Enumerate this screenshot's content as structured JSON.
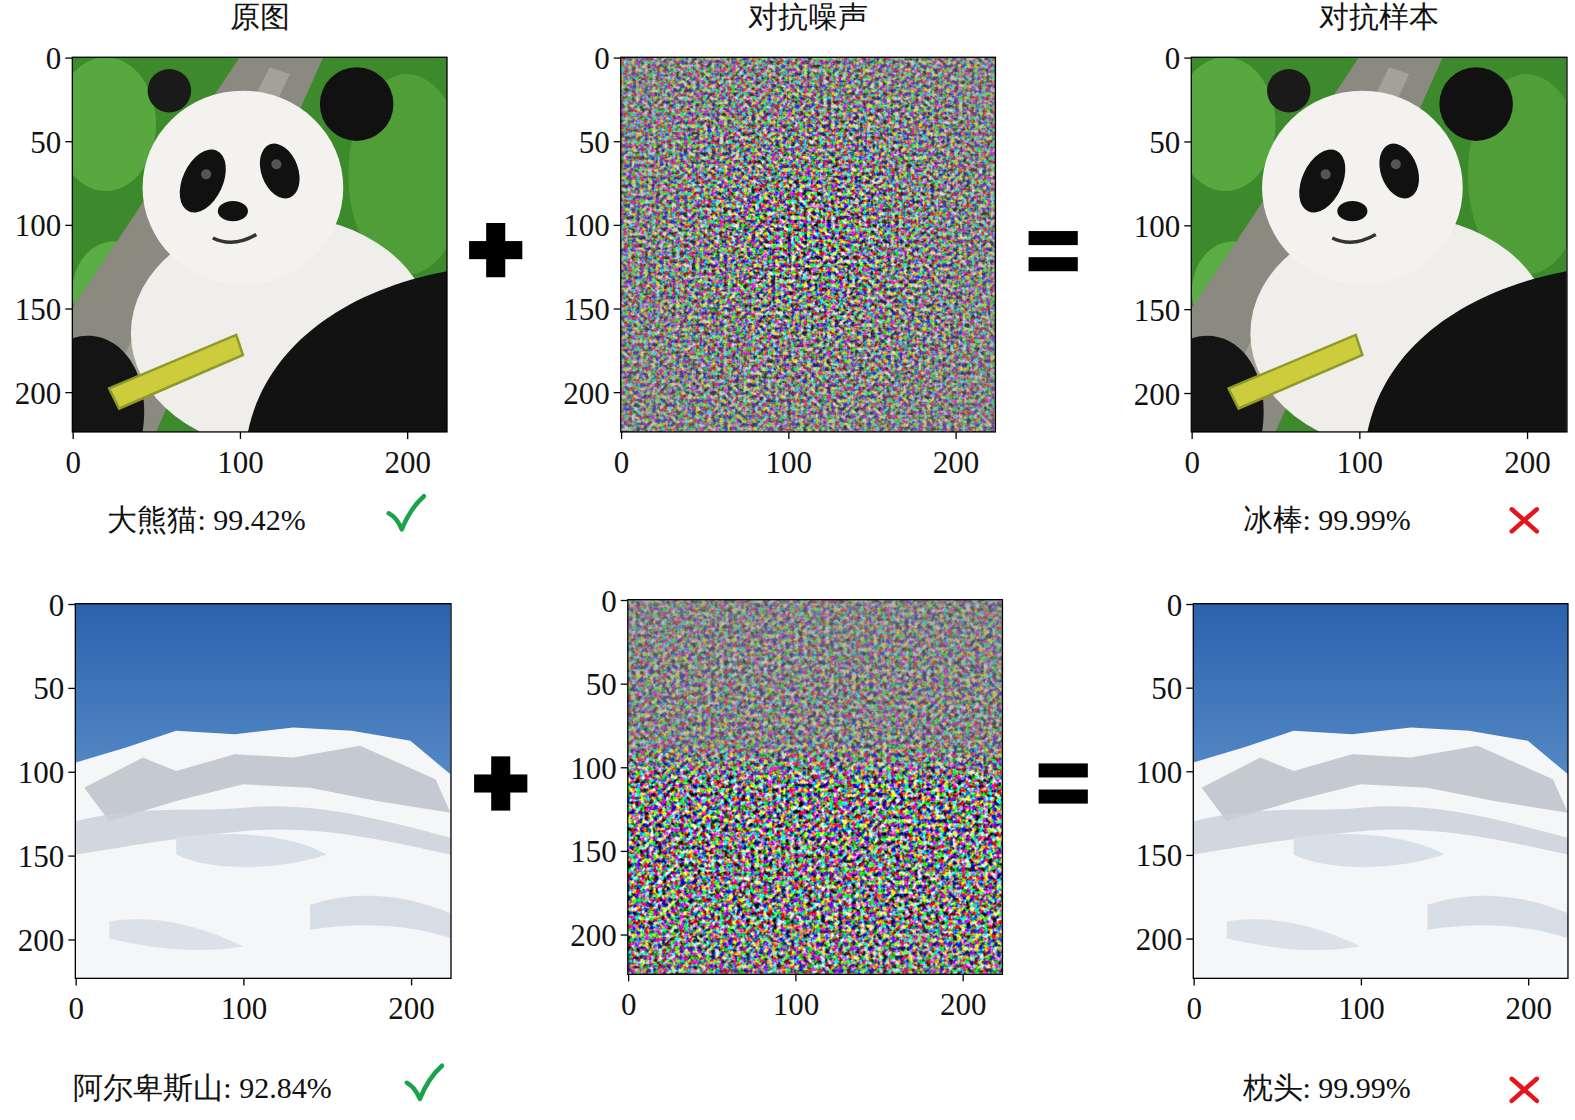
{
  "diagram": {
    "labels": [
      "原图",
      "对抗噪声",
      "对抗样本",
      "0",
      "50",
      "100",
      "150",
      "200",
      "0",
      "100",
      "200",
      "0",
      "50",
      "100",
      "150",
      "200",
      "0",
      "100",
      "200",
      "0",
      "50",
      "100",
      "150",
      "200",
      "0",
      "100",
      "200",
      "0",
      "50",
      "100",
      "150",
      "200",
      "0",
      "100",
      "200",
      "0",
      "50",
      "100",
      "150",
      "200",
      "0",
      "100",
      "200",
      "0",
      "50",
      "100",
      "150",
      "200",
      "0",
      "100",
      "200",
      "大熊猫: 99.42%",
      "冰棒: 99.99%",
      "阿尔卑斯山: 92.84%",
      "枕头: 99.99%"
    ]
  }
}
